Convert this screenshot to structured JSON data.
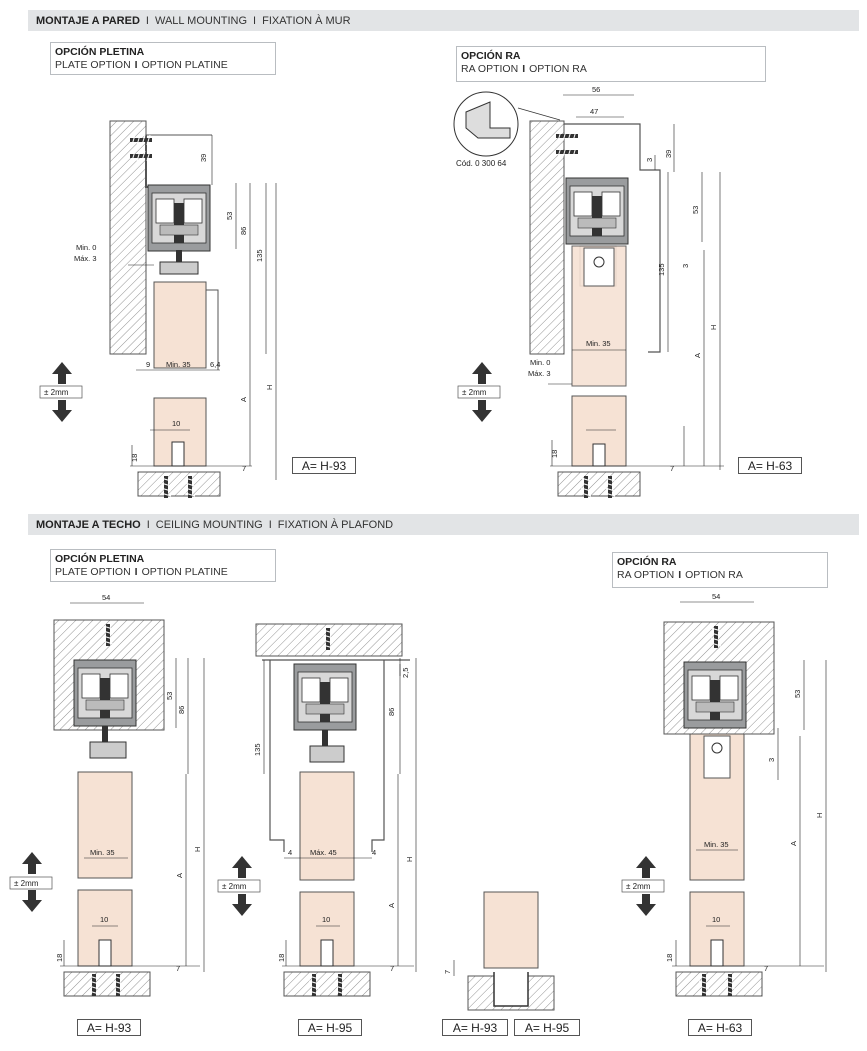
{
  "wall": {
    "title": "MONTAJE A PARED",
    "title_en": "WALL MOUNTING",
    "title_fr": "FIXATION À MUR",
    "plate": {
      "title": "OPCIÓN PLETINA",
      "en": "PLATE OPTION",
      "fr": "OPTION PLATINE"
    },
    "ra": {
      "title": "OPCIÓN RA",
      "en": "RA OPTION",
      "fr": "OPTION RA"
    },
    "formula_plate": "A= H-93",
    "formula_ra": "A= H-63",
    "code": "Cód. 0 300 64"
  },
  "ceiling": {
    "title": "MONTAJE A TECHO",
    "title_en": "CEILING MOUNTING",
    "title_fr": "FIXATION À PLAFOND",
    "plate": {
      "title": "OPCIÓN PLETINA",
      "en": "PLATE OPTION",
      "fr": "OPTION PLATINE"
    },
    "ra": {
      "title": "OPCIÓN RA",
      "en": "RA OPTION",
      "fr": "OPTION RA"
    },
    "formulas": [
      "A= H-93",
      "A= H-95",
      "A= H-93",
      "A= H-95",
      "A= H-63"
    ]
  },
  "separator": "I",
  "adjust": "± 2mm",
  "dims": {
    "d39": "39",
    "d53": "53",
    "d86": "86",
    "d135": "135",
    "dH": "H",
    "dA": "A",
    "d7": "7",
    "d18": "18",
    "d10": "10",
    "d9": "9",
    "d64": "6,4",
    "d3": "3",
    "d56": "56",
    "d47": "47",
    "d54": "54",
    "d25": "2,5",
    "d4": "4",
    "min35": "Min. 35",
    "max45": "Máx. 45",
    "min0": "Min. 0",
    "max3": "Máx. 3"
  },
  "colors": {
    "door": "#f6e2d4",
    "profile": "#8a8c8e",
    "wall_hatch": "#777777",
    "bar": "#e2e4e6"
  }
}
